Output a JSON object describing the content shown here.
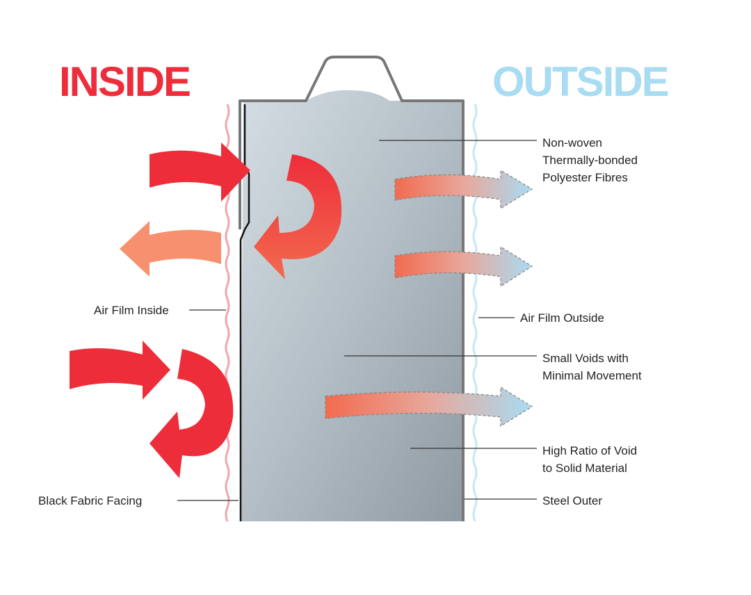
{
  "headings": {
    "inside": "INSIDE",
    "outside": "OUTSIDE"
  },
  "labels": {
    "fibres": [
      "Non-woven",
      "Thermally-bonded",
      "Polyester Fibres"
    ],
    "air_film_outside": "Air Film Outside",
    "small_voids": [
      "Small Voids with",
      "Minimal Movement"
    ],
    "high_ratio": [
      "High Ratio of Void",
      "to Solid Material"
    ],
    "steel_outer": "Steel Outer",
    "air_film_inside": "Air Film Inside",
    "black_fabric": "Black Fabric Facing"
  },
  "colors": {
    "inside_red": "#ee2d3a",
    "outside_blue": "#a8dcf2",
    "salmon": "#f7906e",
    "steel": "#777777"
  }
}
